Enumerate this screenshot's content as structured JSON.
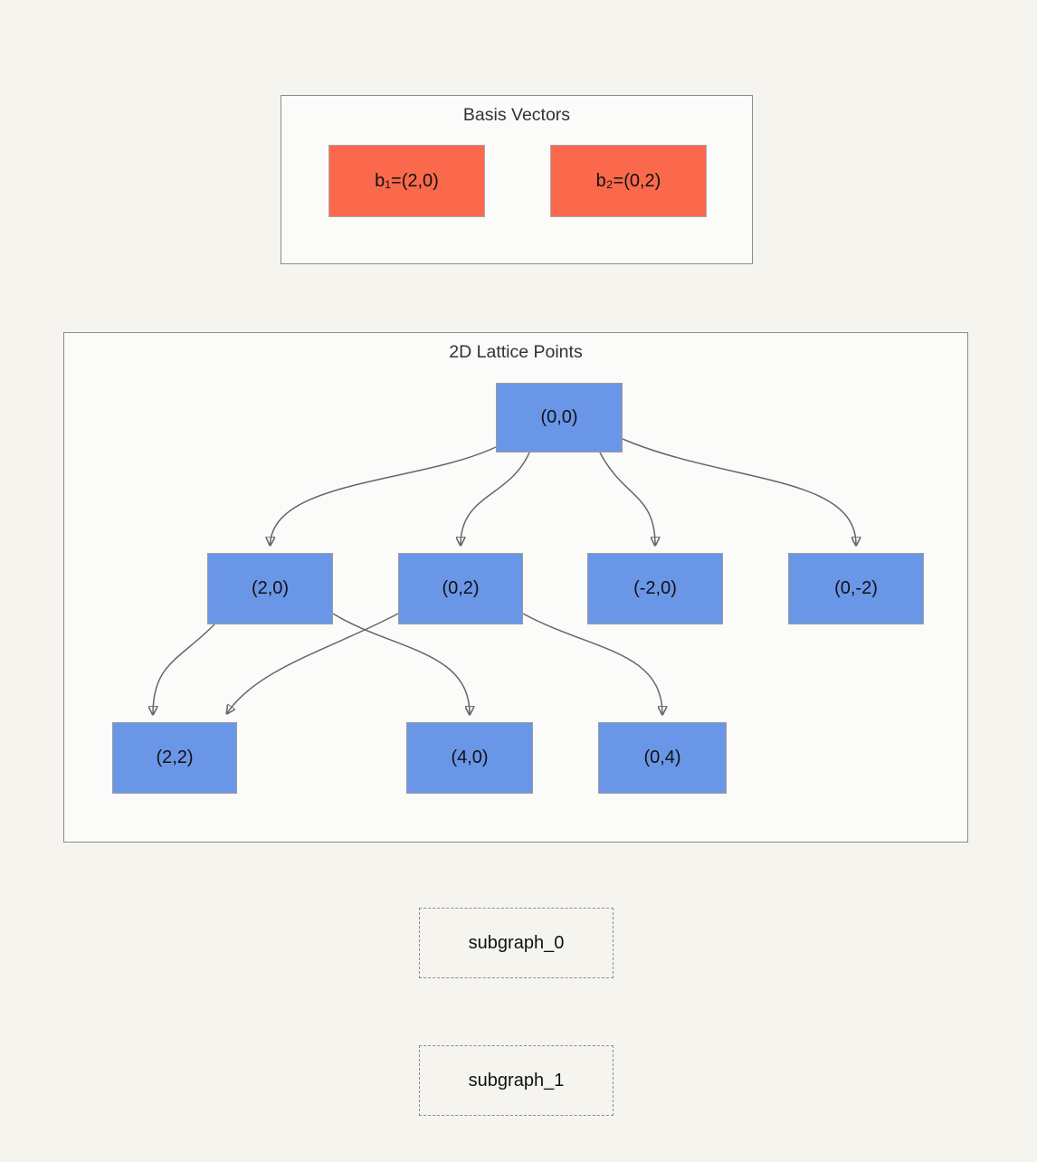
{
  "colors": {
    "page_background": "#F5F4EF",
    "cluster_background": "#FBFBFA",
    "cluster_border": "#8B8B8B",
    "basis_node_fill": "#FA694B",
    "lattice_node_fill": "#6A96E8",
    "edge_stroke": "#666666"
  },
  "basis": {
    "title": "Basis Vectors",
    "vectors": [
      {
        "id": "b1",
        "label": "b₁=(2,0)"
      },
      {
        "id": "b2",
        "label": "b₂=(0,2)"
      }
    ]
  },
  "lattice": {
    "title": "2D Lattice Points",
    "nodes": [
      {
        "id": "origin",
        "label": "(0,0)"
      },
      {
        "id": "p2_0",
        "label": "(2,0)"
      },
      {
        "id": "p0_2",
        "label": "(0,2)"
      },
      {
        "id": "m2_0",
        "label": "(-2,0)"
      },
      {
        "id": "p0_m2",
        "label": "(0,-2)"
      },
      {
        "id": "p2_2",
        "label": "(2,2)"
      },
      {
        "id": "p4_0",
        "label": "(4,0)"
      },
      {
        "id": "p0_4",
        "label": "(0,4)"
      }
    ],
    "edges": [
      {
        "from": "(0,0)",
        "to": "(2,0)"
      },
      {
        "from": "(0,0)",
        "to": "(0,2)"
      },
      {
        "from": "(0,0)",
        "to": "(-2,0)"
      },
      {
        "from": "(0,0)",
        "to": "(0,-2)"
      },
      {
        "from": "(2,0)",
        "to": "(2,2)"
      },
      {
        "from": "(2,0)",
        "to": "(4,0)"
      },
      {
        "from": "(0,2)",
        "to": "(2,2)"
      },
      {
        "from": "(0,2)",
        "to": "(0,4)"
      }
    ]
  },
  "subgraphs": [
    {
      "label": "subgraph_0"
    },
    {
      "label": "subgraph_1"
    }
  ]
}
